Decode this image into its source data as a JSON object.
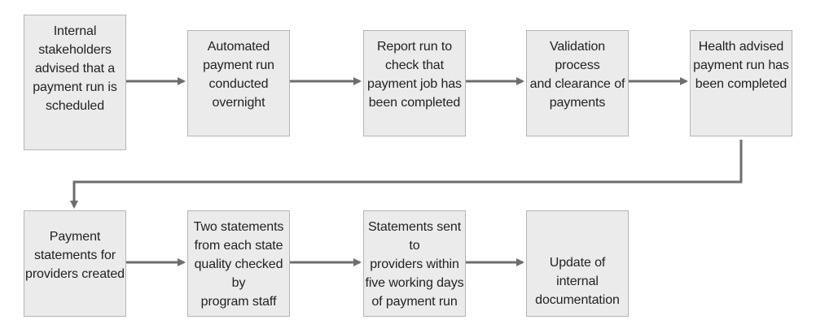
{
  "flowchart": {
    "row1": [
      {
        "text": "Internal\nstakeholders\nadvised that a\npayment run is\nscheduled"
      },
      {
        "text": "Automated\npayment run\nconducted\novernight"
      },
      {
        "text": "Report run to\ncheck that\npayment job has\nbeen completed"
      },
      {
        "text": "Validation process\nand clearance of\npayments"
      },
      {
        "text": "Health advised\npayment run has\nbeen completed"
      }
    ],
    "row2": [
      {
        "text": "Payment\nstatements for\nproviders created"
      },
      {
        "text": "Two statements\nfrom each state\nquality checked by\nprogram staff"
      },
      {
        "text": "Statements sent to\nproviders within\nfive working days\nof payment run"
      },
      {
        "text": "Update of internal\ndocumentation"
      }
    ]
  },
  "colors": {
    "box_fill": "#ebebeb",
    "box_border": "#b5b5b5",
    "arrow": "#6e6e6e",
    "text": "#222222"
  }
}
